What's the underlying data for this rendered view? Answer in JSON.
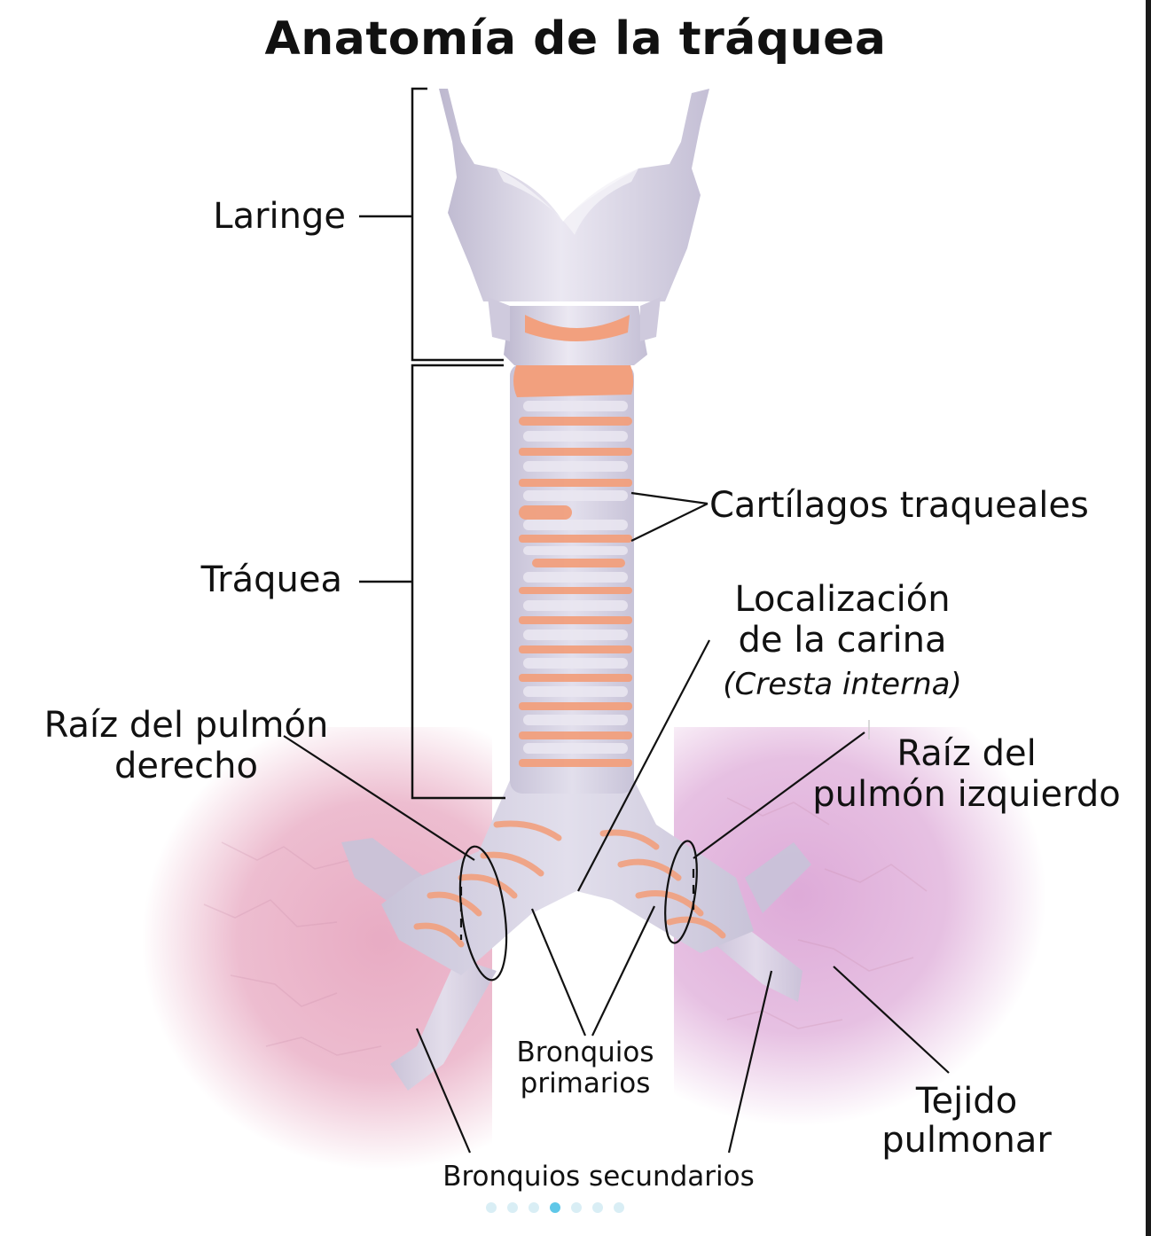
{
  "title": "Anatomía de la tráquea",
  "labels": {
    "laringe": "Laringe",
    "traquea": "Tráquea",
    "cartilagos": "Cartílagos traqueales",
    "carina_line1": "Localización",
    "carina_line2": "de la carina",
    "carina_line3": "(Cresta interna)",
    "raiz_derecho_line1": "Raíz del pulmón",
    "raiz_derecho_line2": "derecho",
    "raiz_izquierdo_line1": "Raíz del",
    "raiz_izquierdo_line2": "pulmón izquierdo",
    "bronquios_primarios_line1": "Bronquios",
    "bronquios_primarios_line2": "primarios",
    "tejido_line1": "Tejido",
    "tejido_line2": "pulmonar",
    "bronquios_secundarios": "Bronquios secundarios"
  },
  "colors": {
    "cartilage": "#dcd9e8",
    "cartilage_shade": "#bdb8cf",
    "membrane": "#f2a07e",
    "lung_right": "#e7a7c0",
    "lung_left": "#dca6d6",
    "leader": "#111111",
    "dot": "#d9eef5",
    "dot_active": "#5fc7e8"
  },
  "pager": {
    "count": 7,
    "active_index": 3
  }
}
